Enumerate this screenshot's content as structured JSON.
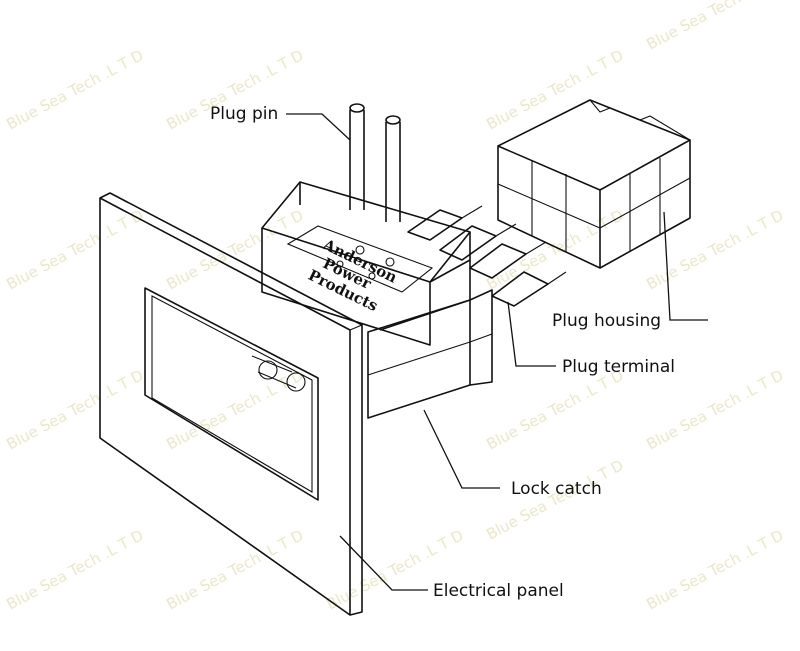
{
  "labels": {
    "plug_pin": "Plug pin",
    "plug_housing": "Plug housing",
    "plug_terminal": "Plug terminal",
    "lock_catch": "Lock catch",
    "electrical_panel": "Electrical panel"
  },
  "brand_plate": {
    "line1": "Anderson",
    "line2": "Power",
    "line3": "Products"
  },
  "watermark": "Blue Sea Tech .L T D",
  "colors": {
    "line": "#111111",
    "watermark": "#d8d4a0",
    "background": "#ffffff"
  }
}
